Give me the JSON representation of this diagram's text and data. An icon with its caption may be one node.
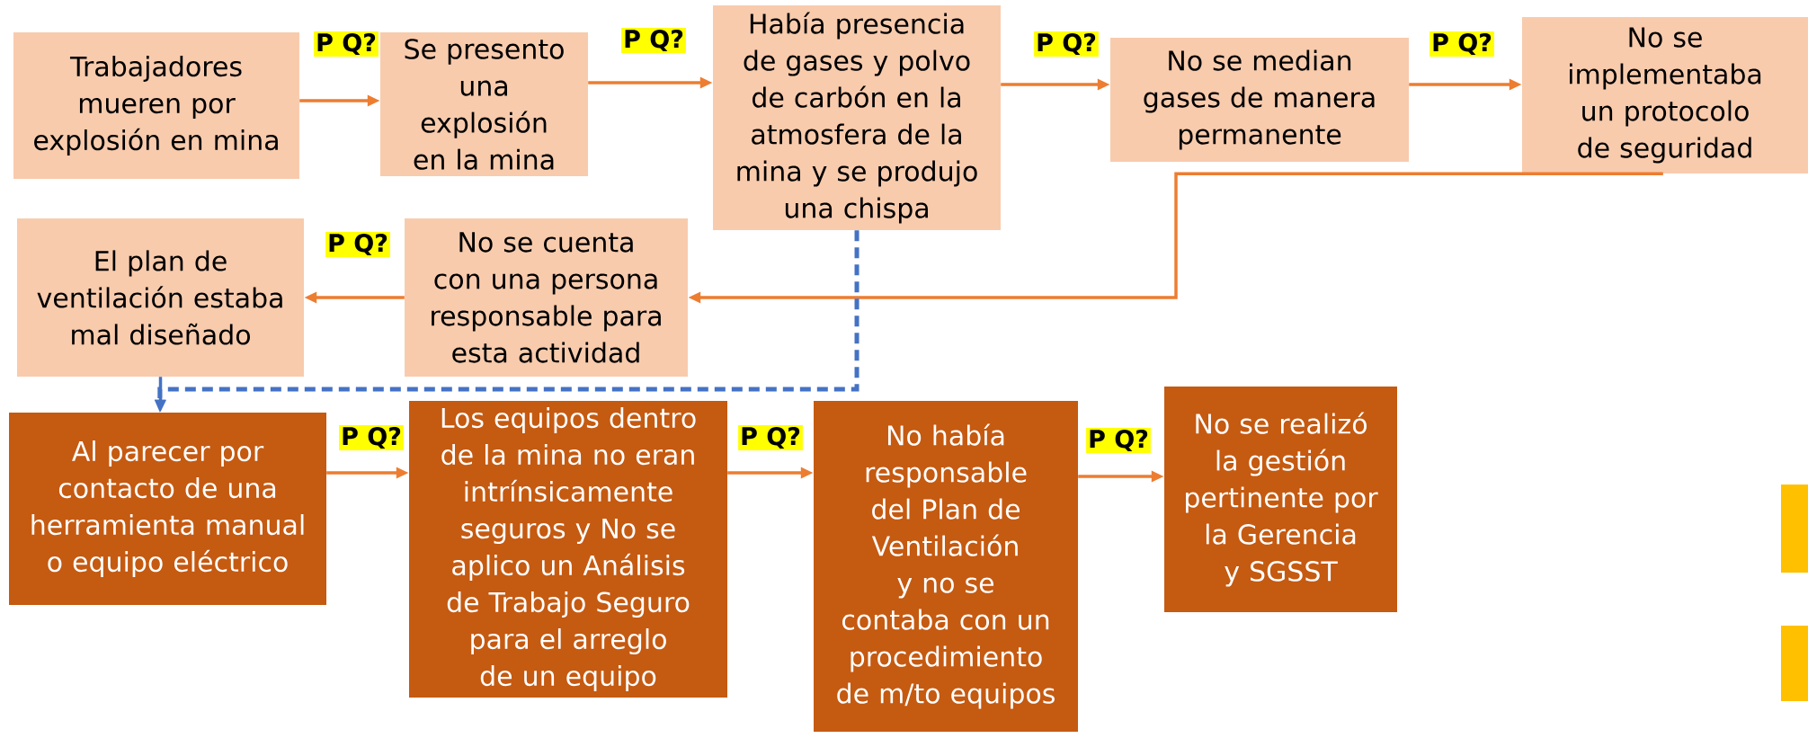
{
  "diagram": {
    "nodes": [
      {
        "text": [
          "Trabajadores mueren por explosión en mina"
        ]
      },
      {
        "text": [
          "Se presento una explosión en la mina"
        ]
      },
      {
        "text": [
          "Había presencia de gases y polvo de carbón en la atmosfera de la mina y se produjo una chispa"
        ]
      },
      {
        "text": [
          "No se median gases de manera permanente"
        ]
      },
      {
        "text": [
          "No se implementaba un protocolo de seguridad"
        ]
      },
      {
        "text": [
          "El plan de ventilación estaba mal diseñado"
        ]
      },
      {
        "text": [
          "No se cuenta con una persona responsable para esta actividad"
        ]
      },
      {
        "text": [
          "Al parecer por contacto de una herramienta manual o equipo eléctrico"
        ]
      },
      {
        "text": [
          "Los equipos dentro de la mina no eran intrínsicamente seguros y No se aplico un Análisis de Trabajo Seguro para el arreglo de un equipo"
        ]
      },
      {
        "text": [
          "No había responsable del Plan de Ventilación y no se contaba con un procedimiento de m/to equipos"
        ]
      },
      {
        "text": [
          "No se realizó la gestión pertinente por la Gerencia y SGSST"
        ]
      },
      {
        "text": [],
        "shape": "box"
      },
      {
        "text": [],
        "shape": "box"
      }
    ],
    "edges": [
      {
        "from": 0,
        "to": 1,
        "arrow": "to"
      },
      {
        "from": 1,
        "to": 2,
        "arrow": "to"
      },
      {
        "from": 2,
        "to": 3,
        "arrow": "to"
      },
      {
        "from": 3,
        "to": 4,
        "arrow": "to"
      },
      {
        "from": 4,
        "to": 6,
        "arrow": "to"
      },
      {
        "from": 6,
        "to": 5,
        "arrow": "to"
      },
      {
        "from": 2,
        "to": 7,
        "arrow": "to",
        "style": "dashed",
        "color": "#4472c4"
      },
      {
        "from": 5,
        "to": 7,
        "arrow": "to",
        "color": "#4472c4"
      },
      {
        "from": 7,
        "to": 8,
        "arrow": "to"
      },
      {
        "from": 8,
        "to": 9,
        "arrow": "to"
      },
      {
        "from": 9,
        "to": 10,
        "arrow": "to"
      }
    ],
    "labels": [
      "P Q?",
      "P Q?",
      "P Q?",
      "P Q?",
      "P Q?",
      "P Q?",
      "P Q?",
      "P Q?"
    ]
  }
}
